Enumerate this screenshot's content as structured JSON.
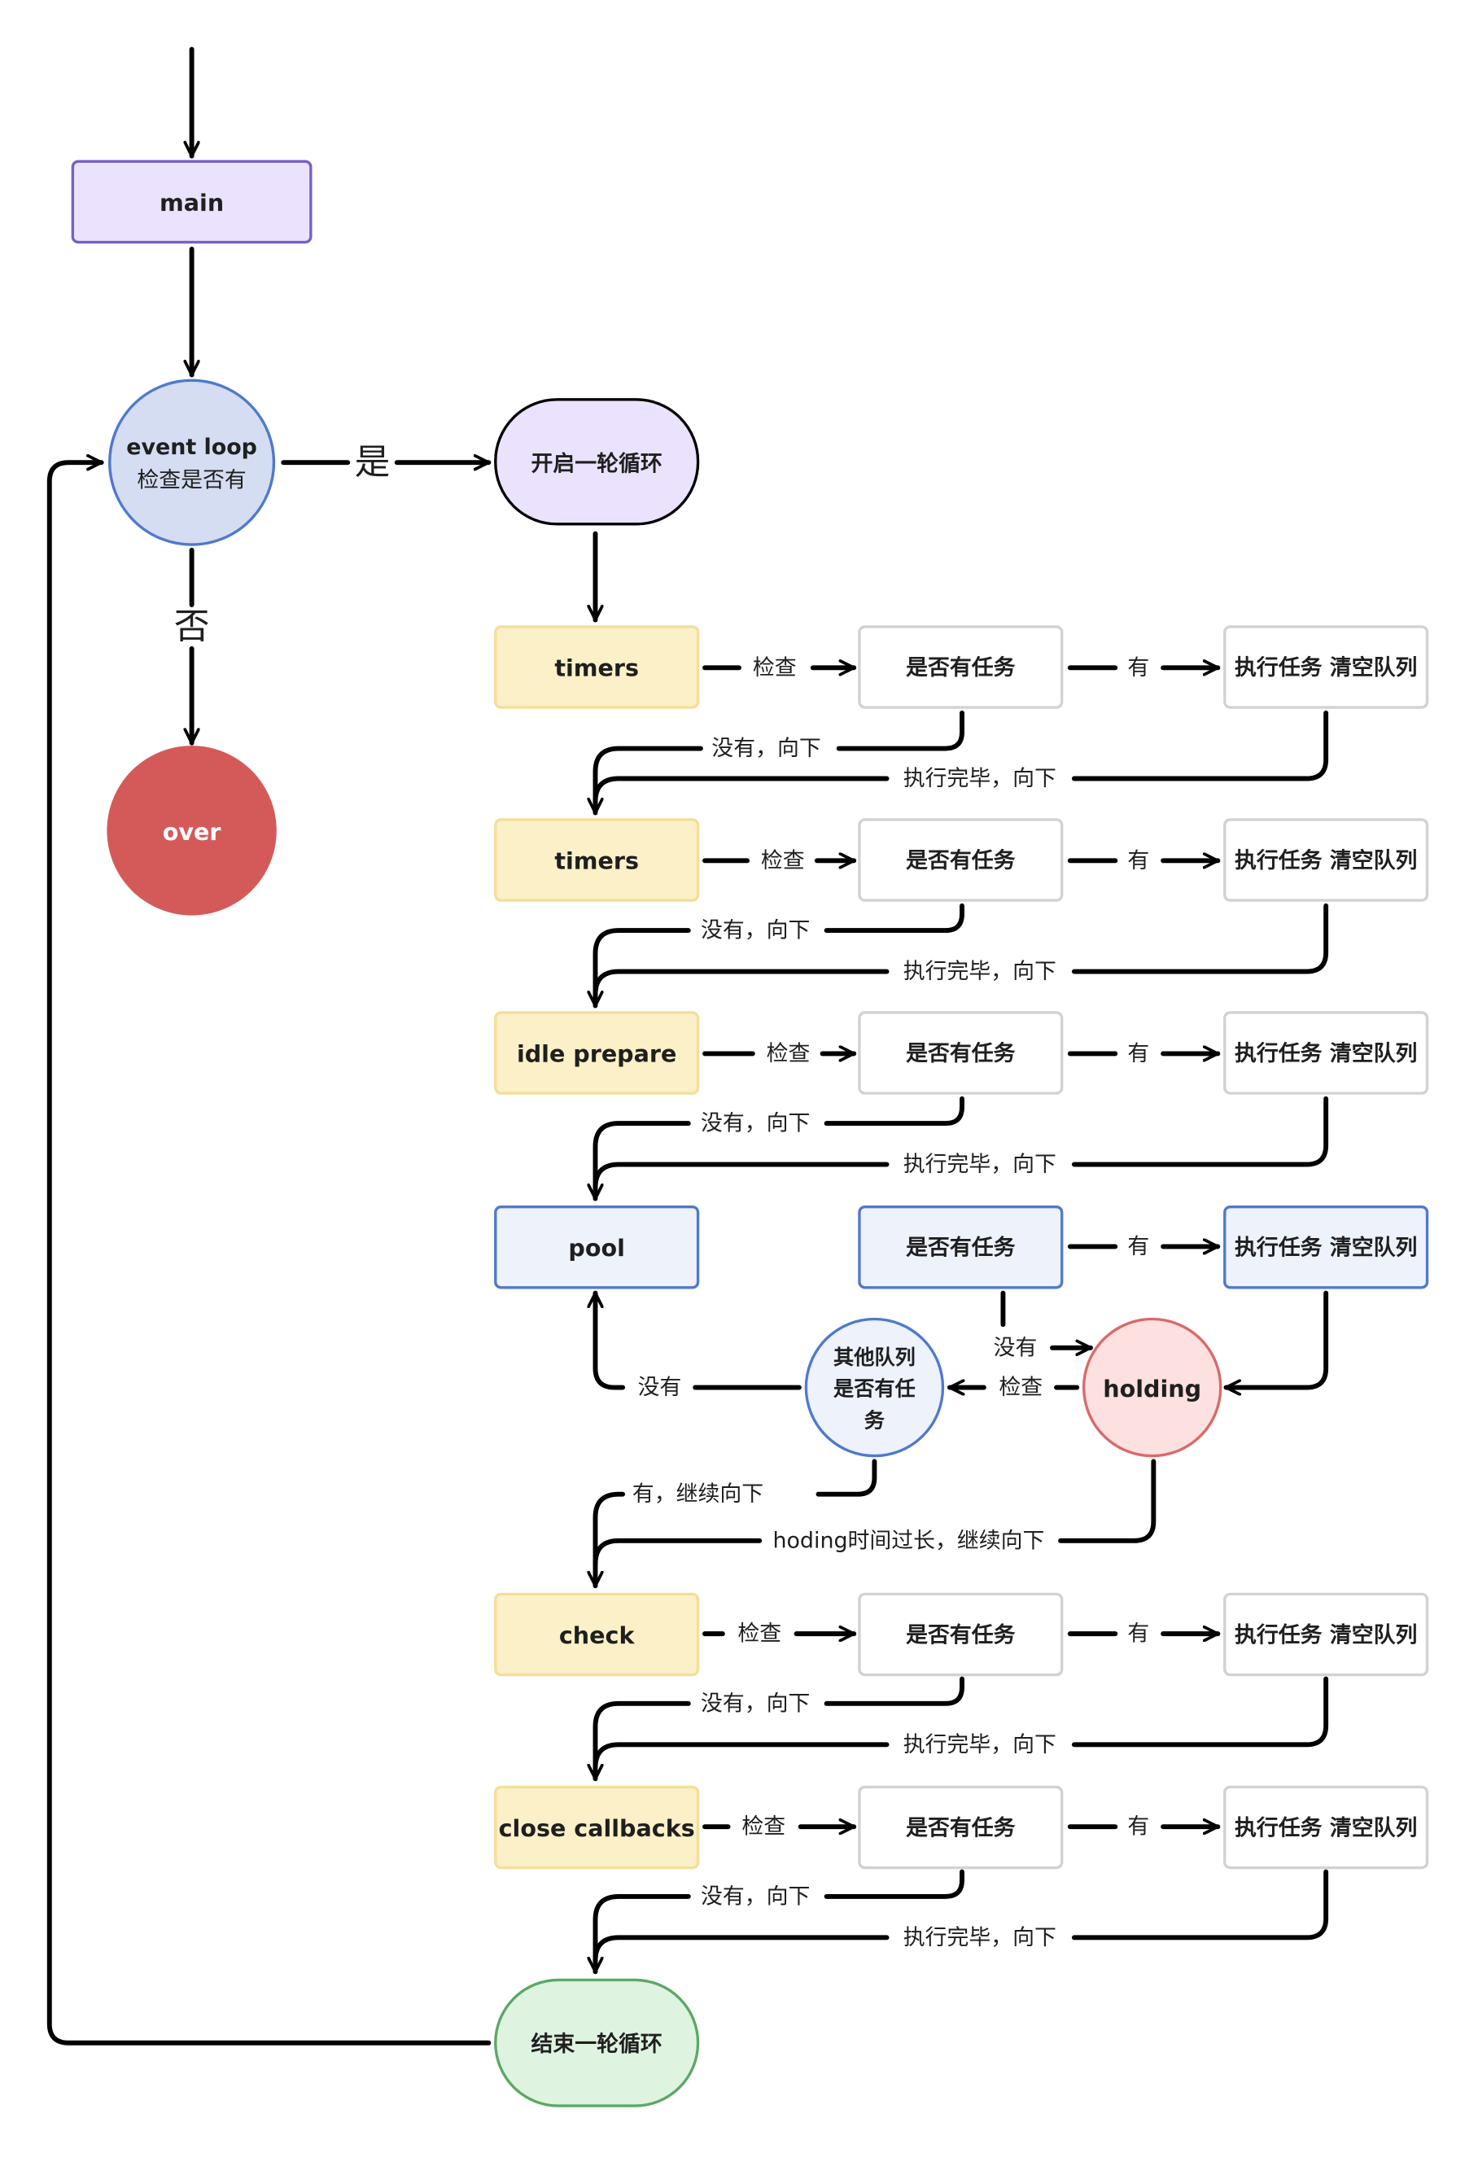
{
  "nodes": {
    "main": "main",
    "event_loop_line1": "event loop",
    "event_loop_line2": "检查是否有",
    "over": "over",
    "start_round": "开启一轮循环",
    "end_round": "结束一轮循环",
    "holding": "holding",
    "other_queues_line1": "其他队列",
    "other_queues_line2": "是否有任",
    "other_queues_line3": "务",
    "phases": [
      "timers",
      "timers",
      "idle prepare",
      "pool",
      "check",
      "close callbacks"
    ],
    "has_task": "是否有任务",
    "execute_clear": "执行任务 清空队列"
  },
  "edges": {
    "yes": "是",
    "no": "否",
    "check": "检查",
    "have": "有",
    "none_down": "没有，向下",
    "done_down": "执行完毕，向下",
    "none": "没有",
    "have_continue": "有，继续向下",
    "holding_timeout": "hoding时间过长，继续向下"
  },
  "colors": {
    "purple_fill": "#ebe3fd",
    "purple_stroke": "#7a5fc8",
    "blue_fill": "#d5ddf3",
    "blue_stroke": "#5079cc",
    "red_fill": "#d45a5a",
    "yellow_fill": "#fcf0c8",
    "yellow_stroke": "#f4de99",
    "white_fill": "#ffffff",
    "gray_stroke": "#d2d2d2",
    "lightblue_fill": "#edf2fb",
    "pink_fill": "#fde0e0",
    "pink_stroke": "#d86a6a",
    "green_fill": "#dff3e1",
    "green_stroke": "#5ca866"
  }
}
